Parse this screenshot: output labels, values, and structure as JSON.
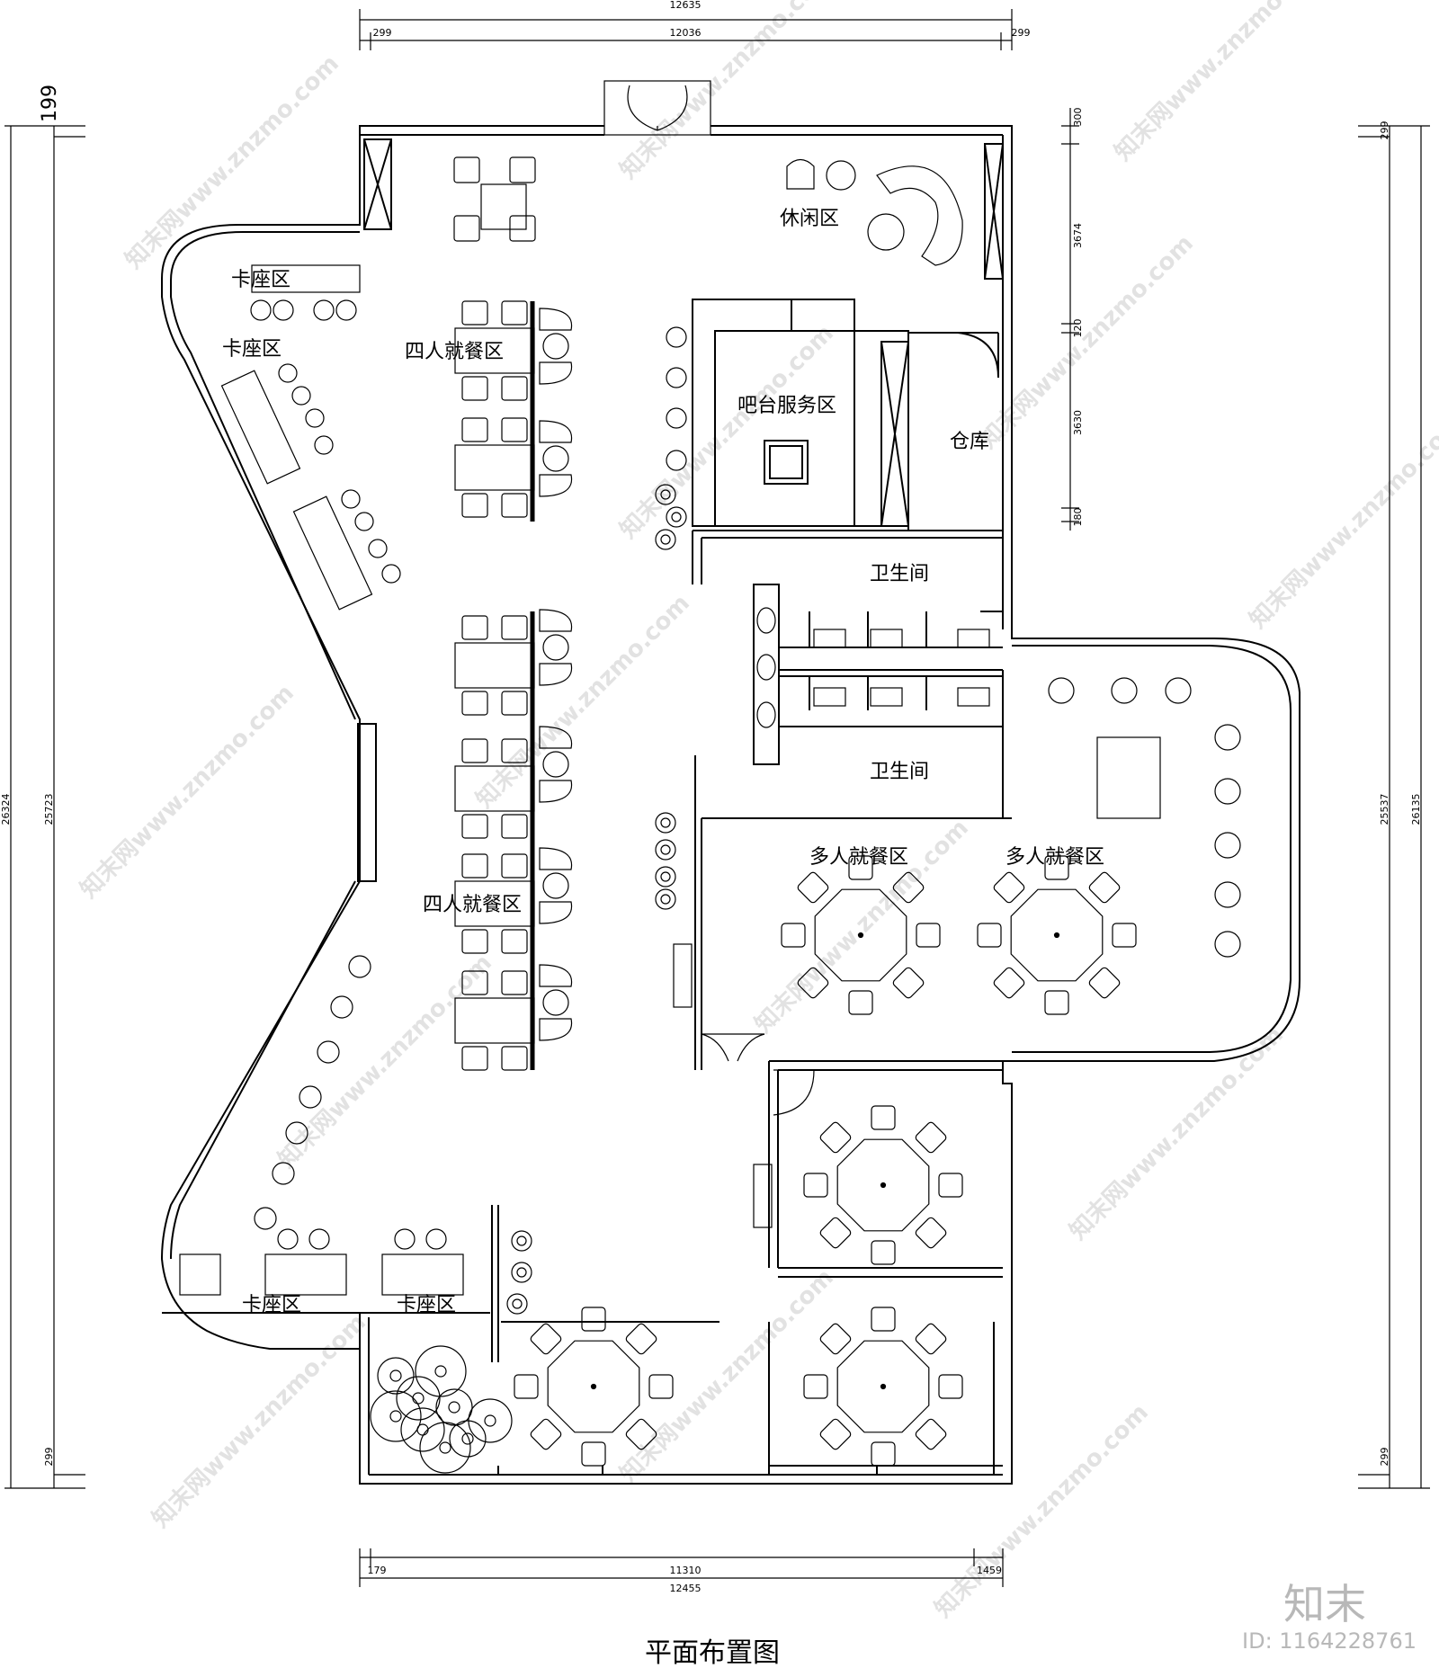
{
  "drawing_title": "平面布置图",
  "brand": {
    "name": "知末",
    "id": "ID: 1164228761"
  },
  "watermark": "知末网www.znzmo.com",
  "dimensions": {
    "top_total": "12635",
    "top_left": "299",
    "top_mid": "12036",
    "top_right": "299",
    "bottom_left": "179",
    "bottom_mid": "11310",
    "bottom_right": "1459",
    "bottom_total": "12455",
    "left_top": "199",
    "left_overall": "26324",
    "left_inner": "25723",
    "left_bottom": "299",
    "right_top": "299",
    "right_overall": "26135",
    "right_inner": "25537",
    "right_bottom": "299",
    "mid_300": "300",
    "mid_3674": "3674",
    "mid_120": "120",
    "mid_3630": "3630",
    "mid_180": "180"
  },
  "rooms": {
    "lounge": "休闲区",
    "booth_1": "卡座区",
    "booth_2": "卡座区",
    "four_dining_top": "四人就餐区",
    "four_dining_mid": "四人就餐区",
    "bar_service": "吧台服务区",
    "storage": "仓库",
    "restroom_top": "卫生间",
    "restroom_bottom": "卫生间",
    "multi_dining_left": "多人就餐区",
    "multi_dining_right": "多人就餐区",
    "booth_bottom_1": "卡座区",
    "booth_bottom_2": "卡座区"
  }
}
